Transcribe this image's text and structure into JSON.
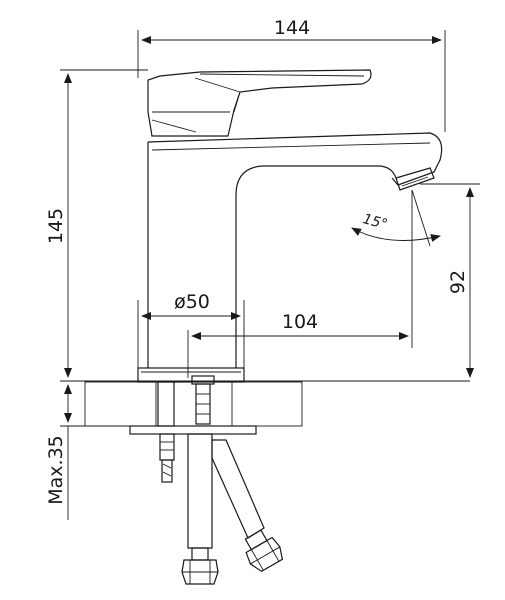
{
  "dimensions": {
    "overall_width": "144",
    "overall_height": "145",
    "spout_height": "92",
    "base_diameter": "ø50",
    "spout_reach": "104",
    "spout_angle": "15°",
    "max_thickness": "Max.35"
  },
  "colors": {
    "line": "#1a1a1a",
    "background": "#ffffff"
  }
}
